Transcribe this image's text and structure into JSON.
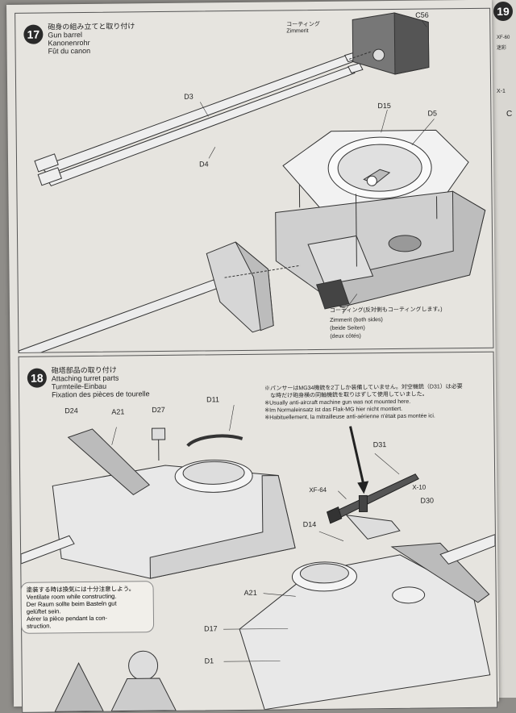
{
  "step17": {
    "number": "17",
    "title_jp": "砲身の組み立てと取り付け",
    "title_en": "Gun barrel",
    "title_de": "Kanonenrohr",
    "title_fr": "Fût du canon",
    "labels": {
      "c56": "C56",
      "d3": "D3",
      "d4": "D4",
      "d15": "D15",
      "d5": "D5",
      "zimmerit_jp": "コーティング",
      "zimmerit": "Zimmerit",
      "zimmerit_jp2": "コーティング(反対側もコーティングします。)",
      "zimmerit_both": "Zimmerit (both sides)",
      "zimmerit_beide": "(beide Seiten)",
      "zimmerit_deux": "(deux côtés)"
    }
  },
  "step18": {
    "number": "18",
    "title_jp": "砲塔部品の取り付け",
    "title_en": "Attaching turret parts",
    "title_de": "Turmteile-Einbau",
    "title_fr": "Fixation des pièces de tourelle",
    "labels": {
      "d24": "D24",
      "a21_top": "A21",
      "d27": "D27",
      "d11": "D11",
      "d31": "D31",
      "xf64": "XF-64",
      "x10": "X-10",
      "d30": "D30",
      "d14": "D14",
      "a21_bottom": "A21",
      "d17": "D17",
      "d1": "D1"
    },
    "note_lines": [
      "※パンサーはMG34機銃を2丁しか装備していません。対空機銃（D31）は必要",
      "　な時だけ砲身横の同軸機銃を取りはずして使用していました。",
      "※Usually anti-aircraft machine gun was not mounted here.",
      "※Im Normaleinsatz ist das Flak-MG hier nicht montiert.",
      "※Habituellement, la mitrailleuse anti-aérienne n'était pas montée ici."
    ],
    "warning_lines": [
      "塗装する時は換気には十分注意しよう。",
      "Ventilate room while constructing.",
      "Der Raum sollte beim Basteln gut",
      "gelüftet sein.",
      "Aérer la pièce pendant la con-",
      "struction."
    ]
  },
  "next_page": {
    "step": "19",
    "fragments": [
      "XF-60",
      "迷彩",
      "X-1",
      "C"
    ]
  }
}
